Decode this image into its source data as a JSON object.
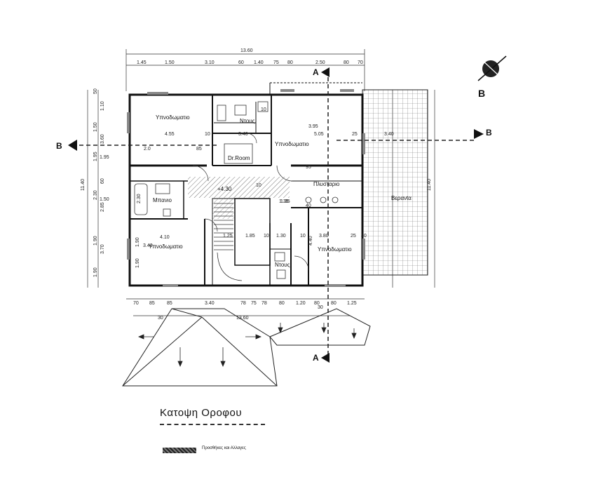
{
  "title": "Κατοψη Ορoφoυ",
  "legend": {
    "label": "Προσθήκες και Αλλαγες"
  },
  "compass": {
    "label": "B"
  },
  "sections": {
    "a": "A",
    "b": "B"
  },
  "rooms": {
    "bed_nw": "Υπνοδωματιο",
    "shower_n": "Ντους",
    "bed_ne": "Υπνοδωματιο",
    "dressing": "Dr.Room",
    "laundry": "Πλυσταριο",
    "bath": "Μπανιο",
    "veranda": "Βερανtα",
    "bed_sw": "Υπνοδωματιο",
    "bed_se": "Υπνοδωματιο",
    "shower_s": "Ντους",
    "level": "+4.30"
  },
  "dims": {
    "top_overall": "13.60",
    "top_chain": [
      "1.45",
      "1.50",
      "3.10",
      "60",
      "1.40",
      "75",
      "80",
      "2.50",
      "80",
      "70"
    ],
    "left_chain": [
      "50",
      "1.10",
      "1.50",
      "3.60",
      "1.95",
      "60",
      "2.30",
      "2.85",
      "1.90",
      "3.70",
      "1.90"
    ],
    "left_overall": "11.40",
    "right_overall": "11.40",
    "bottom_chain": [
      "70",
      "85",
      "85",
      "3.40",
      "78",
      "75",
      "78",
      "80",
      "1.20",
      "80",
      "80",
      "1.25"
    ],
    "bottom_overall": "13.60",
    "bottom_extra": [
      "30",
      "30"
    ],
    "interior": [
      "4.55",
      "10",
      "3.40",
      "3.95",
      "5.05",
      "25",
      "3.40",
      "4.10",
      "1.25",
      "1.85",
      "10",
      "1.30",
      "10",
      "3.80",
      "25",
      "40",
      "4.40",
      "1.35",
      "1.95",
      "1.50",
      "2.30",
      "1.90",
      "3.40",
      "1.90",
      "1.35",
      "2.0",
      "85",
      "10",
      "95",
      "40",
      "10"
    ]
  }
}
